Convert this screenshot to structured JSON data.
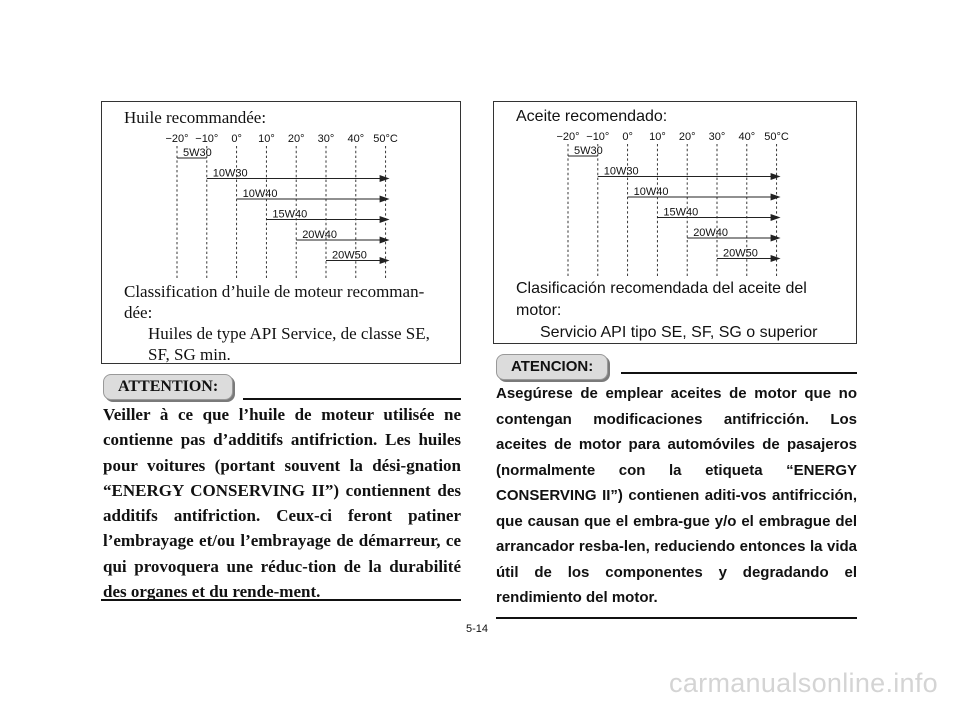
{
  "page_number": "5-14",
  "watermark": "carmanualsonline.info",
  "chart": {
    "temps": [
      "−20°",
      "−10°",
      "0°",
      "10°",
      "20°",
      "30°",
      "40°",
      "50°C"
    ],
    "grades": [
      {
        "label": "5W30",
        "from": -20,
        "to": -10
      },
      {
        "label": "10W30",
        "from": -10,
        "to": 50
      },
      {
        "label": "10W40",
        "from": 0,
        "to": 50
      },
      {
        "label": "15W40",
        "from": 10,
        "to": 50
      },
      {
        "label": "20W40",
        "from": 20,
        "to": 50
      },
      {
        "label": "20W50",
        "from": 30,
        "to": 50
      }
    ]
  },
  "fr": {
    "oil_title": "Huile recommandée:",
    "classification": "Classification d’huile de moteur recomman-dée:",
    "classification_detail": "Huiles de type API Service, de classe SE, SF, SG min.",
    "warning_label": "ATTENTION:",
    "warning_text": "Veiller à ce que l’huile de moteur utilisée ne contienne pas d’additifs antifriction. Les huiles pour voitures (portant souvent la dési-gnation “ENERGY CONSERVING II”) contiennent des additifs antifriction. Ceux-ci feront patiner l’embrayage et/ou l’embrayage de démarreur, ce qui provoquera une réduc-tion de la durabilité des organes et du rende-ment."
  },
  "es": {
    "oil_title": "Aceite recomendado:",
    "classification": "Clasificación recomendada del aceite del motor:",
    "classification_detail": "Servicio API tipo SE, SF, SG o superior",
    "warning_label": "ATENCION:",
    "warning_text": "Asegúrese de emplear aceites de motor que no contengan modificaciones antifricción. Los aceites de motor para automóviles de pasajeros (normalmente con la etiqueta “ENERGY CONSERVING II”) contienen aditi-vos antifricción, que causan que el embra-gue y/o el embrague del arrancador resba-len, reduciendo entonces la vida útil de los componentes y degradando el rendimiento del motor."
  }
}
